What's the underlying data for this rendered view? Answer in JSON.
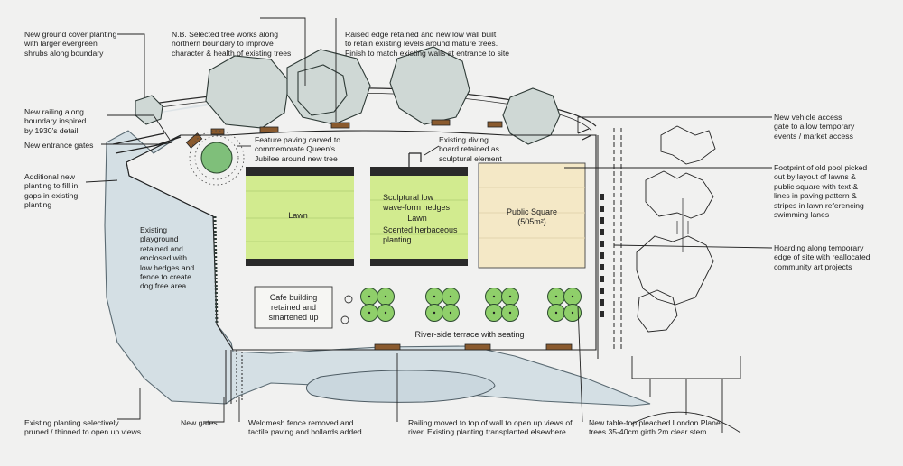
{
  "colors": {
    "background": "#f1f1f0",
    "trees": "#cfd8d5",
    "lawn": "#d2eb8f",
    "public_square": "#f4e8c6",
    "hedge_trees": "#8fcf6a",
    "sculptural_tree": "#7fbf7a",
    "planting_blue": "#c9d8df",
    "bench": "#8a5a2e",
    "line": "#222222"
  },
  "annotations": {
    "ground_cover": "New ground cover planting\nwith larger evergreen\nshrubs along boundary",
    "tree_works": "N.B. Selected tree works along\nnorthern boundary to improve\ncharacter & health of existing trees",
    "raised_edge": "Raised edge retained and new low wall built\nto retain existing levels around mature trees.\nFinish to match existing walls at entrance to site",
    "railing": "New railing along\nboundary inspired\nby 1930's detail",
    "entrance_gates": "New entrance gates",
    "additional_planting": "Additional new\nplanting to fill in\ngaps in existing\nplanting",
    "playground": "Existing\nplayground\nretained and\nenclosed with\nlow hedges and\nfence to create\ndog free area",
    "selective_pruning": "Existing planting selectively\npruned / thinned to open up views",
    "new_gates": "New gates",
    "weldmesh": "Weldmesh fence removed and\ntactile paving and bollards added",
    "railing_moved": "Railing moved to top of wall to open up views of\nriver. Existing planting transplanted elsewhere",
    "london_plane": "New table-top pleached London Plane\ntrees 35-40cm girth 2m clear stem",
    "vehicle_access": "New vehicle access\ngate to allow temporary\nevents / market access",
    "old_pool": "Footprint of old pool picked\nout by layout of lawns &\npublic square with text &\nlines in paving pattern &\nstripes in lawn referencing\nswimming lanes",
    "hoarding": "Hoarding along temporary\nedge of site with reallocated\ncommunity art projects",
    "feature_paving": "Feature paving carved to\ncommemorate Queen's\nJubilee around new tree",
    "diving_board": "Existing diving\nboard retained as\nsculptural element"
  },
  "labels": {
    "lawn_left": "Lawn",
    "sculptural_hedges": "Sculptural low\nwave-form hedges",
    "lawn_middle": "Lawn",
    "herbaceous": "Scented herbaceous\nplanting",
    "public_square": "Public Square\n(505m²)",
    "cafe": "Cafe building\nretained and\nsmartened up",
    "terrace": "River-side terrace with seating"
  }
}
